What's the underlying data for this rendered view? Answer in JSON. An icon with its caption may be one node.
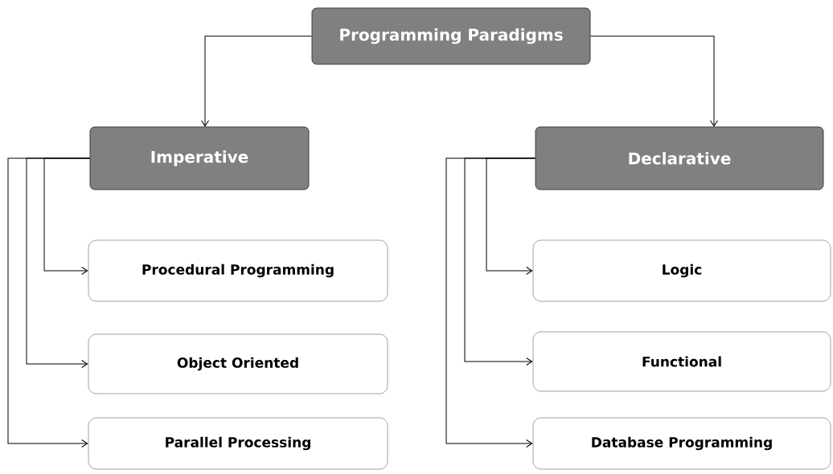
{
  "diagram": {
    "nodes": [
      {
        "text": [
          "Programming Paradigms"
        ]
      },
      {
        "text": [
          "Imperative"
        ]
      },
      {
        "text": [
          "Declarative"
        ]
      },
      {
        "text": [
          "Procedural Programming"
        ]
      },
      {
        "text": [
          "Object Oriented"
        ]
      },
      {
        "text": [
          "Parallel Processing"
        ]
      },
      {
        "text": [
          "Logic"
        ]
      },
      {
        "text": [
          "Functional"
        ]
      },
      {
        "text": [
          "Database Programming"
        ]
      }
    ],
    "edges": [
      {
        "from": 0,
        "to": 1,
        "arrow": "to"
      },
      {
        "from": 0,
        "to": 2,
        "arrow": "to"
      },
      {
        "from": 1,
        "to": 3,
        "arrow": "to"
      },
      {
        "from": 1,
        "to": 4,
        "arrow": "to"
      },
      {
        "from": 1,
        "to": 5,
        "arrow": "to"
      },
      {
        "from": 2,
        "to": 6,
        "arrow": "to"
      },
      {
        "from": 2,
        "to": 7,
        "arrow": "to"
      },
      {
        "from": 2,
        "to": 8,
        "arrow": "to"
      }
    ]
  }
}
